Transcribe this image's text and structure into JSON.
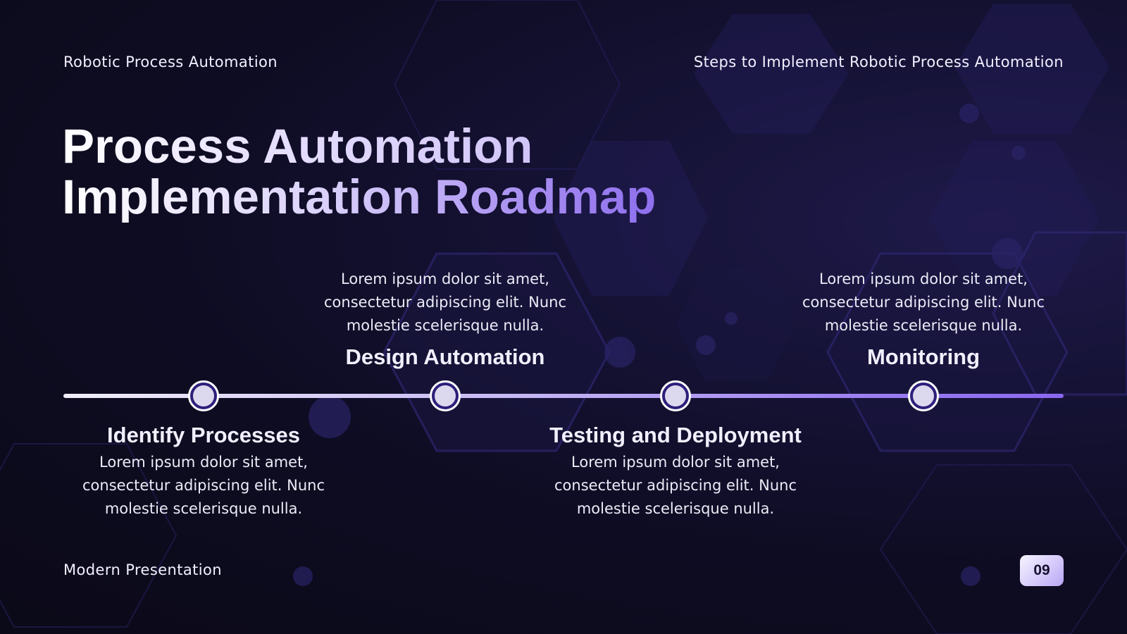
{
  "header": {
    "left": "Robotic Process Automation",
    "right": "Steps to Implement Robotic Process Automation"
  },
  "title": {
    "line1": "Process Automation",
    "line2": "Implementation Roadmap"
  },
  "steps": [
    {
      "title": "Identify Processes",
      "description": "Lorem ipsum dolor sit amet,\nconsectetur adipiscing elit. Nunc\nmolestie scelerisque nulla."
    },
    {
      "title": "Design Automation",
      "description": "Lorem ipsum dolor sit amet,\nconsectetur adipiscing elit. Nunc\nmolestie scelerisque nulla."
    },
    {
      "title": "Testing and Deployment",
      "description": "Lorem ipsum dolor sit amet,\nconsectetur adipiscing elit. Nunc\nmolestie scelerisque nulla."
    },
    {
      "title": "Monitoring",
      "description": "Lorem ipsum dolor sit amet,\nconsectetur adipiscing elit. Nunc\nmolestie scelerisque nulla."
    }
  ],
  "footer": {
    "left": "Modern Presentation",
    "page_number": "09"
  },
  "colors": {
    "background": "#0c0b1b",
    "accent": "#8a67ef",
    "node_fill": "#2d1f7a"
  }
}
